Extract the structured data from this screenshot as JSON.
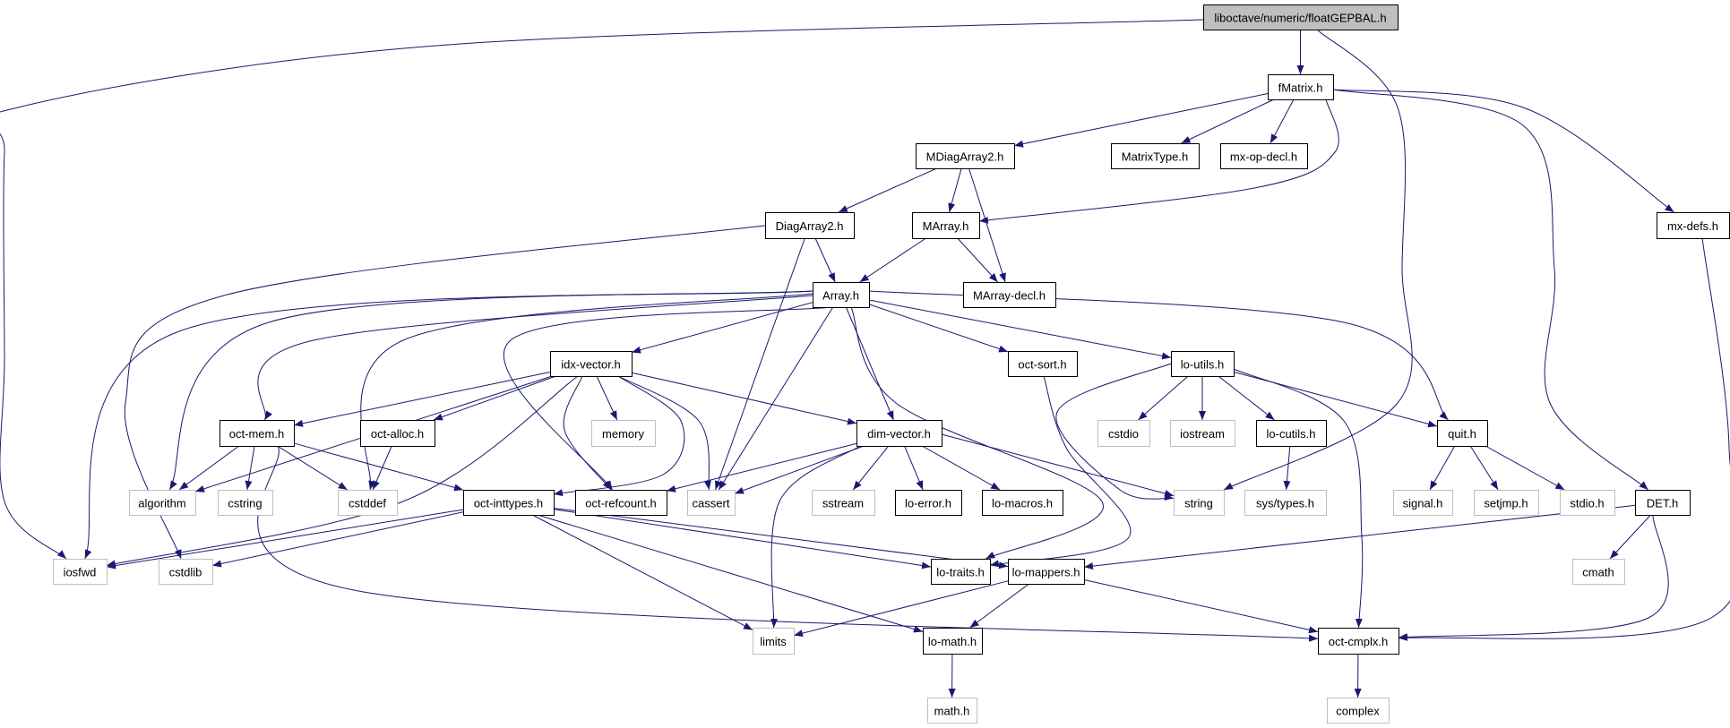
{
  "title": "liboctave/numeric/floatGEPBAL.h",
  "colors": {
    "edge": "#191970",
    "root_fill": "#bfbfbf",
    "node_border": "#000000",
    "external_border": "#bfbfbf"
  },
  "nodes": [
    {
      "id": "root",
      "label": "liboctave/numeric/floatGEPBAL.h",
      "kind": "root"
    },
    {
      "id": "fMatrix",
      "label": "fMatrix.h",
      "kind": "local"
    },
    {
      "id": "MDiagArray2",
      "label": "MDiagArray2.h",
      "kind": "local"
    },
    {
      "id": "MatrixType",
      "label": "MatrixType.h",
      "kind": "local"
    },
    {
      "id": "mxopdecl",
      "label": "mx-op-decl.h",
      "kind": "local"
    },
    {
      "id": "mxdefs",
      "label": "mx-defs.h",
      "kind": "local"
    },
    {
      "id": "DiagArray2",
      "label": "DiagArray2.h",
      "kind": "local"
    },
    {
      "id": "MArray",
      "label": "MArray.h",
      "kind": "local"
    },
    {
      "id": "Array",
      "label": "Array.h",
      "kind": "local"
    },
    {
      "id": "MArraydecl",
      "label": "MArray-decl.h",
      "kind": "local"
    },
    {
      "id": "idxvector",
      "label": "idx-vector.h",
      "kind": "local"
    },
    {
      "id": "octsort",
      "label": "oct-sort.h",
      "kind": "local"
    },
    {
      "id": "loutils",
      "label": "lo-utils.h",
      "kind": "local"
    },
    {
      "id": "octmem",
      "label": "oct-mem.h",
      "kind": "local"
    },
    {
      "id": "octalloc",
      "label": "oct-alloc.h",
      "kind": "local"
    },
    {
      "id": "memory",
      "label": "memory",
      "kind": "external"
    },
    {
      "id": "dimvector",
      "label": "dim-vector.h",
      "kind": "local"
    },
    {
      "id": "cstdio",
      "label": "cstdio",
      "kind": "external"
    },
    {
      "id": "iostream",
      "label": "iostream",
      "kind": "external"
    },
    {
      "id": "locutils",
      "label": "lo-cutils.h",
      "kind": "local"
    },
    {
      "id": "quit",
      "label": "quit.h",
      "kind": "local"
    },
    {
      "id": "algorithm",
      "label": "algorithm",
      "kind": "external"
    },
    {
      "id": "cstring",
      "label": "cstring",
      "kind": "external"
    },
    {
      "id": "cstddef",
      "label": "cstddef",
      "kind": "external"
    },
    {
      "id": "octinttypes",
      "label": "oct-inttypes.h",
      "kind": "local"
    },
    {
      "id": "octrefcount",
      "label": "oct-refcount.h",
      "kind": "local"
    },
    {
      "id": "cassert",
      "label": "cassert",
      "kind": "external"
    },
    {
      "id": "sstream",
      "label": "sstream",
      "kind": "external"
    },
    {
      "id": "loerror",
      "label": "lo-error.h",
      "kind": "local"
    },
    {
      "id": "lomacros",
      "label": "lo-macros.h",
      "kind": "local"
    },
    {
      "id": "string",
      "label": "string",
      "kind": "external"
    },
    {
      "id": "systypes",
      "label": "sys/types.h",
      "kind": "external"
    },
    {
      "id": "signal",
      "label": "signal.h",
      "kind": "external"
    },
    {
      "id": "setjmp",
      "label": "setjmp.h",
      "kind": "external"
    },
    {
      "id": "stdio",
      "label": "stdio.h",
      "kind": "external"
    },
    {
      "id": "DET",
      "label": "DET.h",
      "kind": "local"
    },
    {
      "id": "iosfwd",
      "label": "iosfwd",
      "kind": "external"
    },
    {
      "id": "cstdlib",
      "label": "cstdlib",
      "kind": "external"
    },
    {
      "id": "lotraits",
      "label": "lo-traits.h",
      "kind": "local"
    },
    {
      "id": "lomappers",
      "label": "lo-mappers.h",
      "kind": "local"
    },
    {
      "id": "cmath",
      "label": "cmath",
      "kind": "external"
    },
    {
      "id": "limits",
      "label": "limits",
      "kind": "external"
    },
    {
      "id": "lomath",
      "label": "lo-math.h",
      "kind": "local"
    },
    {
      "id": "octcmplx",
      "label": "oct-cmplx.h",
      "kind": "local"
    },
    {
      "id": "mathh",
      "label": "math.h",
      "kind": "external"
    },
    {
      "id": "complex",
      "label": "complex",
      "kind": "external"
    }
  ],
  "edges": [
    [
      "root",
      "fMatrix"
    ],
    [
      "root",
      "iosfwd"
    ],
    [
      "root",
      "string"
    ],
    [
      "fMatrix",
      "MDiagArray2"
    ],
    [
      "fMatrix",
      "MatrixType"
    ],
    [
      "fMatrix",
      "mxopdecl"
    ],
    [
      "fMatrix",
      "MArray"
    ],
    [
      "fMatrix",
      "DET"
    ],
    [
      "fMatrix",
      "mxdefs"
    ],
    [
      "MDiagArray2",
      "DiagArray2"
    ],
    [
      "MDiagArray2",
      "MArray"
    ],
    [
      "MDiagArray2",
      "MArraydecl"
    ],
    [
      "DiagArray2",
      "Array"
    ],
    [
      "DiagArray2",
      "cassert"
    ],
    [
      "DiagArray2",
      "cstdlib"
    ],
    [
      "MArray",
      "Array"
    ],
    [
      "MArray",
      "MArraydecl"
    ],
    [
      "Array",
      "idxvector"
    ],
    [
      "Array",
      "octsort"
    ],
    [
      "Array",
      "loutils"
    ],
    [
      "Array",
      "quit"
    ],
    [
      "Array",
      "octmem"
    ],
    [
      "Array",
      "algorithm"
    ],
    [
      "Array",
      "iosfwd"
    ],
    [
      "Array",
      "cstddef"
    ],
    [
      "Array",
      "octrefcount"
    ],
    [
      "Array",
      "cassert"
    ],
    [
      "Array",
      "dimvector"
    ],
    [
      "Array",
      "lotraits"
    ],
    [
      "idxvector",
      "octmem"
    ],
    [
      "idxvector",
      "octalloc"
    ],
    [
      "idxvector",
      "memory"
    ],
    [
      "idxvector",
      "dimvector"
    ],
    [
      "idxvector",
      "algorithm"
    ],
    [
      "idxvector",
      "octinttypes"
    ],
    [
      "idxvector",
      "octrefcount"
    ],
    [
      "idxvector",
      "cassert"
    ],
    [
      "idxvector",
      "iosfwd"
    ],
    [
      "octsort",
      "lotraits"
    ],
    [
      "loutils",
      "cstdio"
    ],
    [
      "loutils",
      "iostream"
    ],
    [
      "loutils",
      "locutils"
    ],
    [
      "loutils",
      "quit"
    ],
    [
      "loutils",
      "string"
    ],
    [
      "loutils",
      "octcmplx"
    ],
    [
      "locutils",
      "systypes"
    ],
    [
      "quit",
      "signal"
    ],
    [
      "quit",
      "setjmp"
    ],
    [
      "quit",
      "stdio"
    ],
    [
      "octmem",
      "algorithm"
    ],
    [
      "octmem",
      "cstring"
    ],
    [
      "octmem",
      "cstddef"
    ],
    [
      "octmem",
      "octinttypes"
    ],
    [
      "octmem",
      "octcmplx"
    ],
    [
      "octalloc",
      "cstddef"
    ],
    [
      "dimvector",
      "octrefcount"
    ],
    [
      "dimvector",
      "cassert"
    ],
    [
      "dimvector",
      "sstream"
    ],
    [
      "dimvector",
      "loerror"
    ],
    [
      "dimvector",
      "lomacros"
    ],
    [
      "dimvector",
      "string"
    ],
    [
      "dimvector",
      "limits"
    ],
    [
      "octinttypes",
      "iosfwd"
    ],
    [
      "octinttypes",
      "cstdlib"
    ],
    [
      "octinttypes",
      "limits"
    ],
    [
      "octinttypes",
      "lotraits"
    ],
    [
      "octinttypes",
      "lomappers"
    ],
    [
      "octinttypes",
      "lomath"
    ],
    [
      "lomappers",
      "limits"
    ],
    [
      "lomappers",
      "lomath"
    ],
    [
      "lomappers",
      "octcmplx"
    ],
    [
      "DET",
      "lomappers"
    ],
    [
      "DET",
      "cmath"
    ],
    [
      "DET",
      "octcmplx"
    ],
    [
      "mxdefs",
      "octcmplx"
    ],
    [
      "lomath",
      "mathh"
    ],
    [
      "octcmplx",
      "complex"
    ]
  ]
}
